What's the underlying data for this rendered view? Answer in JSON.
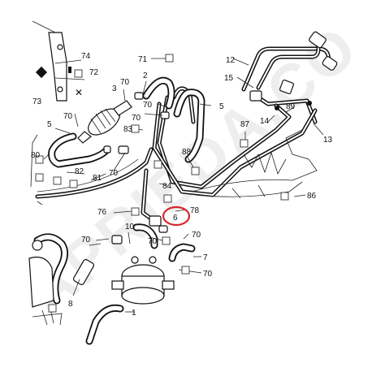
{
  "watermark": "APRIEDA.CO",
  "highlight_color": "#d9262a",
  "labels": {
    "l1": "1",
    "l2": "2",
    "l3": "3",
    "l5a": "5",
    "l5b": "5",
    "l6": "6",
    "l7": "7",
    "l8": "8",
    "l10": "10",
    "l12": "12",
    "l13": "13",
    "l14": "14",
    "l15": "15",
    "l70a": "70",
    "l70b": "70",
    "l70c": "70",
    "l70d": "70",
    "l70e": "70",
    "l70f": "70",
    "l70g": "70",
    "l70h": "70",
    "l70i": "70",
    "l71": "71",
    "l72": "72",
    "l73": "73",
    "l74": "74",
    "l76": "76",
    "l78": "78",
    "l80": "80",
    "l81": "81",
    "l82": "82",
    "l83": "83",
    "l84": "84",
    "l86": "86",
    "l87": "87",
    "l88": "88",
    "l89": "89"
  }
}
